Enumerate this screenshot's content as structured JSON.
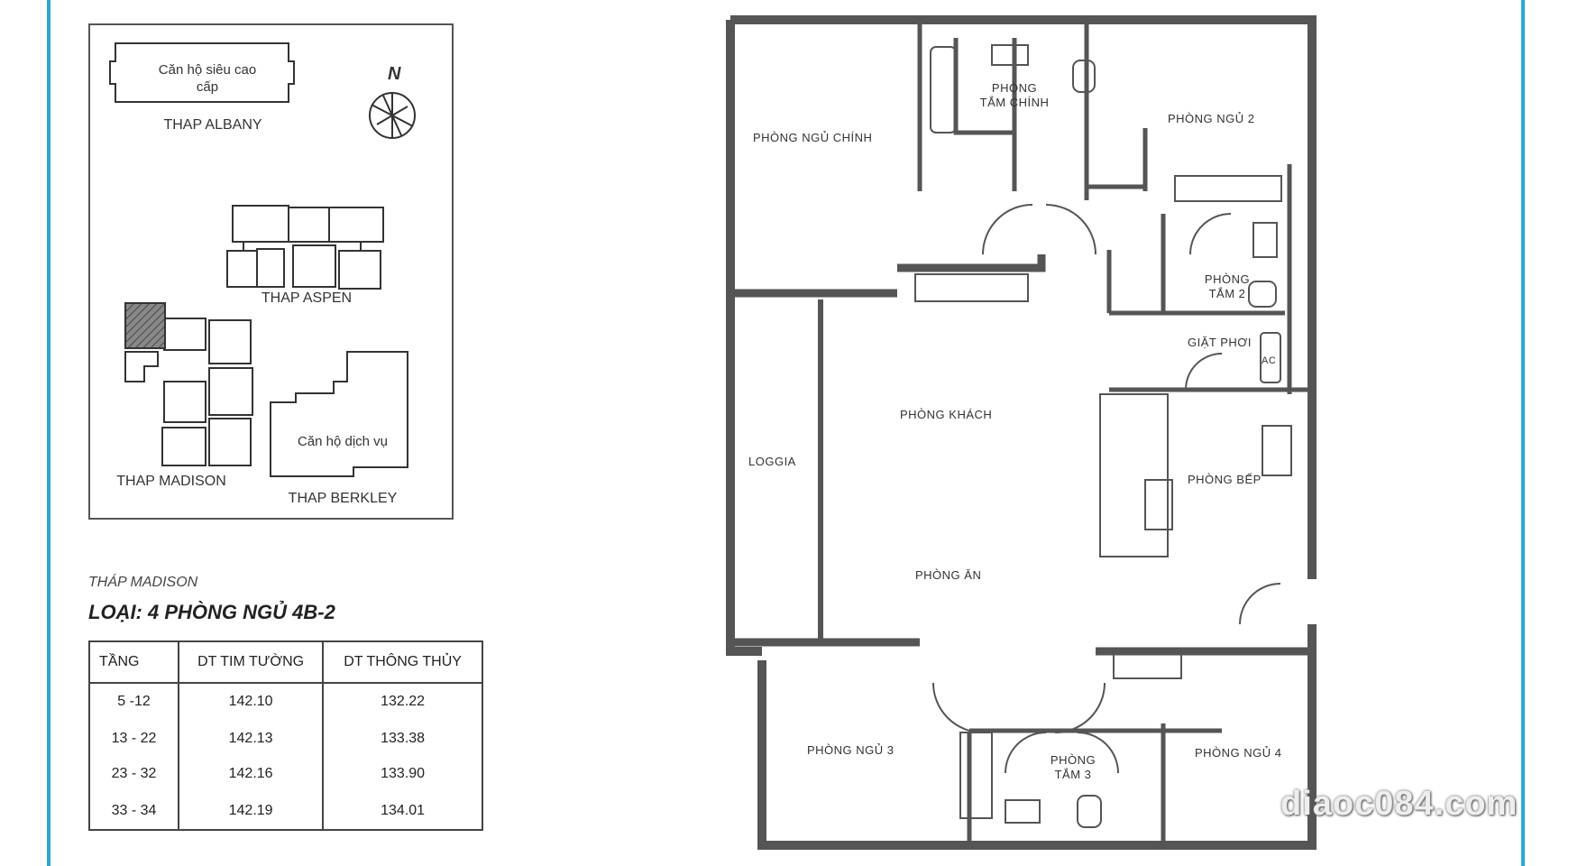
{
  "key_plan": {
    "towers": [
      {
        "name": "THAP ALBANY",
        "desc": "Căn hộ siêu cao cấp"
      },
      {
        "name": "THAP ASPEN",
        "desc": ""
      },
      {
        "name": "THAP MADISON",
        "desc": ""
      },
      {
        "name": "THAP BERKLEY",
        "desc": "Căn hộ dịch vụ"
      }
    ],
    "compass_label": "N"
  },
  "unit": {
    "building": "THÁP MADISON",
    "type": "LOẠI: 4 PHÒNG NGỦ  4B-2"
  },
  "area_table": {
    "headers": [
      "TẦNG",
      "DT TIM TƯỜNG",
      "DT THÔNG THỦY"
    ],
    "rows": [
      [
        "5 -12",
        "142.10",
        "132.22"
      ],
      [
        "13 - 22",
        "142.13",
        "133.38"
      ],
      [
        "23 - 32",
        "142.16",
        "133.90"
      ],
      [
        "33 - 34",
        "142.19",
        "134.01"
      ]
    ]
  },
  "rooms": {
    "master_bedroom": "PHÒNG NGỦ CHÍNH",
    "master_bath": "PHÒNG TẮM CHÍNH",
    "bedroom_2": "PHÒNG NGỦ 2",
    "bath_2": "PHÒNG TẮM 2",
    "laundry": "GIẶT PHƠI",
    "ac": "AC",
    "living": "PHÒNG KHÁCH",
    "loggia": "LOGGIA",
    "kitchen": "PHÒNG BẾP",
    "dining": "PHÒNG ĂN",
    "bedroom_3": "PHÒNG NGỦ 3",
    "bath_3": "PHÒNG TẮM 3",
    "bedroom_4": "PHÒNG NGỦ 4"
  },
  "watermark": "diaoc084.com"
}
